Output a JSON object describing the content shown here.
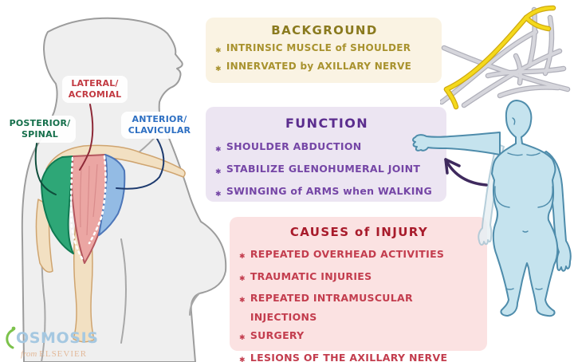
{
  "bullet_glyph": "✱",
  "boxes": {
    "background": {
      "title": "BACKGROUND",
      "items": [
        "INTRINSIC MUSCLE of SHOULDER",
        "INNERVATED by AXILLARY NERVE"
      ]
    },
    "function": {
      "title": "FUNCTION",
      "items": [
        "SHOULDER ABDUCTION",
        "STABILIZE GLENOHUMERAL JOINT",
        "SWINGING of ARMS when WALKING"
      ]
    },
    "causes": {
      "title": "CAUSES of INJURY",
      "items": [
        "REPEATED OVERHEAD ACTIVITIES",
        "TRAUMATIC INJURIES",
        "REPEATED INTRAMUSCULAR INJECTIONS",
        "SURGERY",
        "LESIONS OF THE AXILLARY NERVE"
      ]
    }
  },
  "anatomy_labels": {
    "lateral_acromial": {
      "line1": "LATERAL/",
      "line2": "ACROMIAL"
    },
    "posterior_spinal": {
      "line1": "POSTERIOR/",
      "line2": "SPINAL"
    },
    "anterior_clavicular": {
      "line1": "ANTERIOR/",
      "line2": "CLAVICULAR"
    }
  },
  "logo": {
    "brand": "OSMOSIS",
    "sub_prefix": "from",
    "sub_brand": "ELSEVIER"
  },
  "colors": {
    "background_box_bg": "#faf3e3",
    "background_title": "#8a7a1e",
    "background_item": "#a8922e",
    "function_box_bg": "#ece5f2",
    "function_title": "#5b2d8e",
    "function_item": "#7546a6",
    "causes_box_bg": "#fbe2e2",
    "causes_title": "#a81b2b",
    "causes_item": "#c33d4e",
    "label_lateral": "#c23a42",
    "label_posterior": "#156f4b",
    "label_anterior": "#2d6fc2",
    "deltoid_posterior": "#2ea777",
    "deltoid_lateral": "#eba6a3",
    "deltoid_anterior": "#93bbe4",
    "silhouette_fill": "#efefef",
    "bone_fill": "#f2e0c2",
    "body_fill": "#c5e3ee",
    "body_stroke": "#4e8cab",
    "nerve_yellow": "#f4d91c",
    "nerve_gray": "#d6d6dc",
    "arrow_purple": "#3f2a5e",
    "logo_blue": "#a5c8e1",
    "logo_green": "#7cc24b",
    "logo_sub": "#dfa87e"
  }
}
